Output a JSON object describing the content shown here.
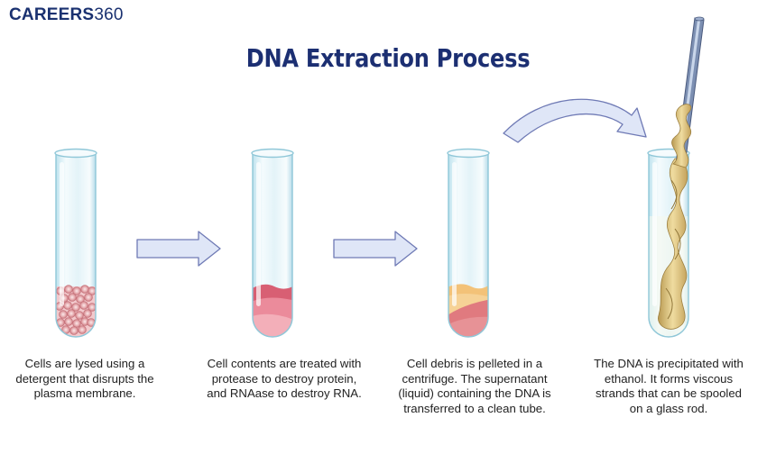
{
  "logo": {
    "brand": "CAREERS",
    "number": "360"
  },
  "title": "DNA Extraction Process",
  "steps": [
    {
      "caption": "Cells are lysed using a detergent that disrupts the plasma membrane."
    },
    {
      "caption": "Cell contents are treated with protease to destroy protein, and RNAase to destroy RNA."
    },
    {
      "caption": "Cell debris is pelleted in a centrifuge. The supernatant (liquid) containing the DNA is transferred to a clean tube."
    },
    {
      "caption": "The DNA is precipitated with ethanol. It forms viscous strands that can be spooled on a glass rod."
    }
  ],
  "colors": {
    "title": "#1c2f72",
    "arrow_fill": "#dfe6f7",
    "arrow_stroke": "#6f7ab5",
    "tube_glass": "#e9f6fa",
    "tube_edge": "#8fc7d8",
    "cells": "#e0a3a8",
    "protein": "#d85f73",
    "supernatant": "#f3c278",
    "pellet": "#e07a7f",
    "dna": "#d9c07c"
  }
}
